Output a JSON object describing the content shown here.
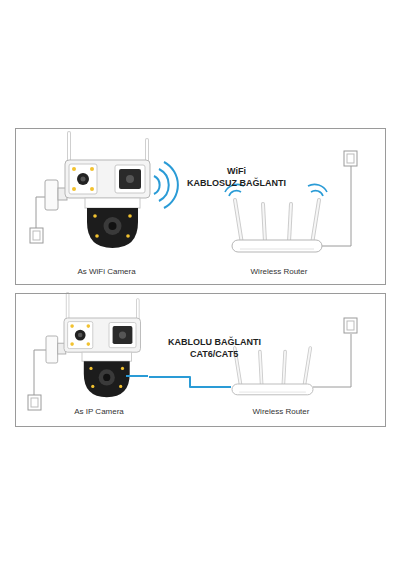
{
  "diagram": {
    "nodes": [
      {
        "text": [
          "WiFi",
          "KABLOSUZ BAĞLANTI"
        ]
      },
      {
        "text": [
          "As WiFi Camera"
        ],
        "in": 0
      },
      {
        "text": [
          "Wireless Router"
        ],
        "in": 0
      },
      {
        "text": [
          "KABLOLU BAĞLANTI",
          "CAT6/CAT5"
        ]
      },
      {
        "text": [
          "As IP Camera"
        ],
        "in": 3
      },
      {
        "text": [
          "Wireless Router"
        ],
        "in": 3
      }
    ],
    "edges": [
      {
        "from": 4,
        "to": 5,
        "arrow": "none"
      }
    ]
  }
}
